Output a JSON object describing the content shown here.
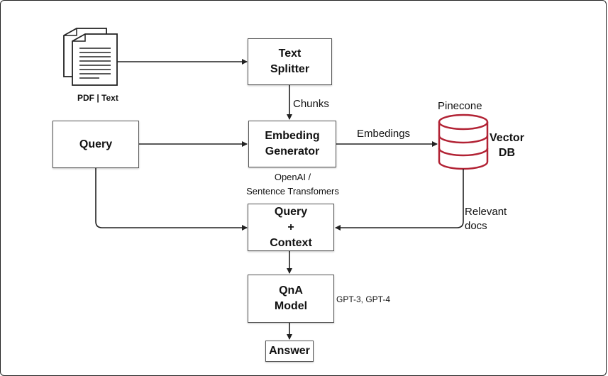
{
  "diagram": {
    "nodes": {
      "doc_caption": "PDF | Text",
      "text_splitter": "Text\nSplitter",
      "query": "Query",
      "embedding_generator": "Embeding\nGenerator",
      "query_context": "Query\n+\nContext",
      "qna_model": "QnA\nModel",
      "answer": "Answer",
      "vector_db": "Vector\nDB"
    },
    "labels": {
      "chunks": "Chunks",
      "embeddings": "Embedings",
      "pinecone": "Pinecone",
      "embedding_models": "OpenAI /\nSentence Transfomers",
      "relevant_docs": "Relevant\ndocs",
      "llm_models": "GPT-3, GPT-4"
    },
    "colors": {
      "database": "#b22234",
      "stroke": "#222222"
    }
  }
}
